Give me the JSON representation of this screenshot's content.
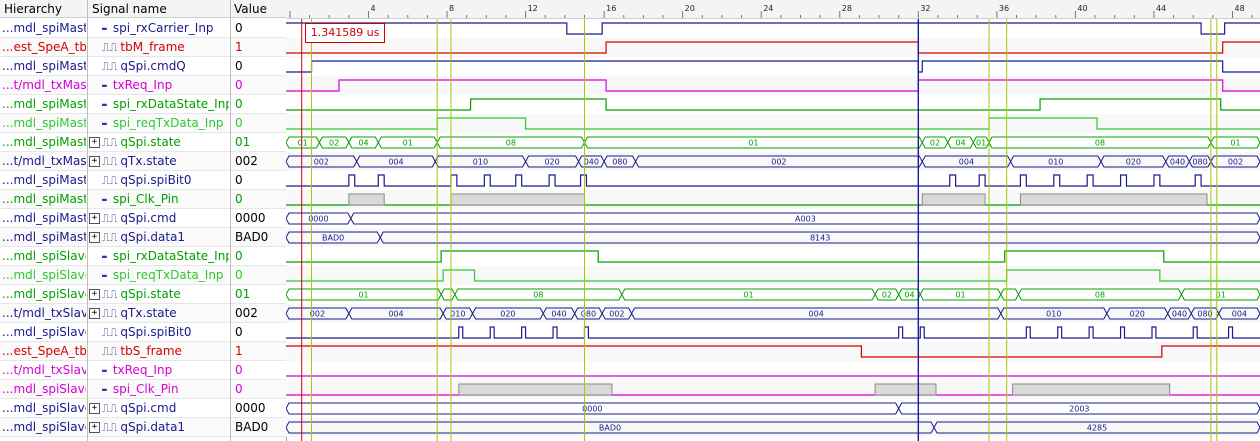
{
  "header": {
    "hierarchy": "Hierarchy",
    "signal_name": "Signal name",
    "value": "Value"
  },
  "cursor": {
    "label": "1.341589 us",
    "pos": 0.6
  },
  "ruler": {
    "ticks": [
      {
        "t": 4,
        "label": "4"
      },
      {
        "t": 8,
        "label": "8"
      },
      {
        "t": 12,
        "label": "12"
      },
      {
        "t": 16,
        "label": "16"
      },
      {
        "t": 20,
        "label": "20"
      },
      {
        "t": 24,
        "label": "24"
      },
      {
        "t": 28,
        "label": "28"
      },
      {
        "t": 32,
        "label": "32"
      },
      {
        "t": 36,
        "label": "36"
      },
      {
        "t": 40,
        "label": "40"
      },
      {
        "t": 44,
        "label": "44"
      },
      {
        "t": 48,
        "label": "48"
      }
    ]
  },
  "markers": [
    {
      "t": 0.6,
      "color": "#cc0000"
    },
    {
      "t": 1.1,
      "color": "#a8c800"
    },
    {
      "t": 7.5,
      "color": "#a8c800"
    },
    {
      "t": 8.2,
      "color": "#a8c800"
    },
    {
      "t": 15.0,
      "color": "#a8c800"
    },
    {
      "t": 32.0,
      "color": "#1a1a9a"
    },
    {
      "t": 35.6,
      "color": "#a8c800"
    },
    {
      "t": 36.5,
      "color": "#a8c800"
    },
    {
      "t": 46.9,
      "color": "#a8c800"
    },
    {
      "t": 47.2,
      "color": "#a8c800"
    }
  ],
  "colors": {
    "navy": "#1a1a8c",
    "red": "#d40000",
    "magenta": "#d400d4",
    "green": "#00a000",
    "lime": "#32c832",
    "teal": "#1a8a8a"
  },
  "signals": [
    {
      "hier": "...mdl_spiMastr",
      "name": "spi_rxCarrier_Inp",
      "value": "0",
      "hcolor": "#1a1a8c",
      "ncolor": "#1a1a8c",
      "vcolor": "#000",
      "icon": "pin",
      "type": "bit",
      "color": "#1a1a8c",
      "init": 1,
      "edges": [
        [
          14.1,
          0
        ],
        [
          15.9,
          1
        ],
        [
          46.4,
          0
        ],
        [
          47.6,
          1
        ]
      ]
    },
    {
      "hier": "...est_SpeA_tb",
      "name": "tbM_frame",
      "value": "1",
      "hcolor": "#d40000",
      "ncolor": "#d40000",
      "vcolor": "#d40000",
      "icon": "wave",
      "type": "bit",
      "color": "#d40000",
      "init": 0,
      "edges": [
        [
          16.1,
          1
        ],
        [
          32.0,
          0
        ],
        [
          47.5,
          1
        ]
      ]
    },
    {
      "hier": "...mdl_spiMastr",
      "name": "qSpi.cmdQ",
      "value": "0",
      "hcolor": "#1a1a8c",
      "ncolor": "#1a1a8c",
      "vcolor": "#000",
      "icon": "wave",
      "type": "bit",
      "color": "#1a1a8c",
      "init": 0,
      "edges": [
        [
          1.1,
          1
        ],
        [
          32.0,
          0
        ],
        [
          32.2,
          1
        ],
        [
          47.5,
          0
        ]
      ]
    },
    {
      "hier": "...t/mdl_txMastr",
      "name": "txReq_Inp",
      "value": "0",
      "hcolor": "#d400d4",
      "ncolor": "#d400d4",
      "vcolor": "#d400d4",
      "icon": "pin",
      "type": "bit",
      "color": "#d400d4",
      "init": 0,
      "edges": [
        [
          2.5,
          1
        ],
        [
          16.1,
          0
        ],
        [
          32.0,
          1
        ],
        [
          47.5,
          0
        ]
      ]
    },
    {
      "hier": "...mdl_spiMastr",
      "name": "spi_rxDataState_Inp",
      "value": "0",
      "hcolor": "#00a000",
      "ncolor": "#00a000",
      "vcolor": "#00a000",
      "icon": "pin",
      "type": "bit",
      "color": "#00a000",
      "init": 0,
      "edges": [
        [
          9.2,
          1
        ],
        [
          16.1,
          0
        ],
        [
          38.2,
          1
        ],
        [
          47.4,
          0
        ]
      ]
    },
    {
      "hier": "...mdl_spiMastr",
      "name": "spi_reqTxData_Inp",
      "value": "0",
      "hcolor": "#32c832",
      "ncolor": "#32c832",
      "vcolor": "#32c832",
      "icon": "pin",
      "type": "bit",
      "color": "#32c832",
      "init": 0,
      "edges": [
        [
          7.5,
          1
        ],
        [
          12.0,
          0
        ],
        [
          35.6,
          1
        ],
        [
          41.1,
          0
        ]
      ]
    },
    {
      "hier": "...mdl_spiMastr",
      "name": "qSpi.state",
      "value": "01",
      "hcolor": "#00a000",
      "ncolor": "#00a000",
      "vcolor": "#00a000",
      "icon": "busexp",
      "type": "bus",
      "color": "#00a000",
      "segs": [
        [
          -0.2,
          1.5,
          "01"
        ],
        [
          1.5,
          3.0,
          "02"
        ],
        [
          3.0,
          4.5,
          "04"
        ],
        [
          4.5,
          7.5,
          "01"
        ],
        [
          7.5,
          15.0,
          "08"
        ],
        [
          15.0,
          32.2,
          "01"
        ],
        [
          32.2,
          33.5,
          "02"
        ],
        [
          33.5,
          34.8,
          "04"
        ],
        [
          34.8,
          35.6,
          "01"
        ],
        [
          35.6,
          46.9,
          "08"
        ],
        [
          46.9,
          50.0,
          "01"
        ]
      ]
    },
    {
      "hier": "...t/mdl_txMastr",
      "name": "qTx.state",
      "value": "002",
      "hcolor": "#1a1a8c",
      "ncolor": "#1a1a8c",
      "vcolor": "#000",
      "icon": "busexp",
      "type": "bus",
      "color": "#1a1a8c",
      "segs": [
        [
          -0.2,
          3.4,
          "002"
        ],
        [
          3.4,
          7.4,
          "004"
        ],
        [
          7.4,
          12.0,
          "010"
        ],
        [
          12.0,
          14.7,
          "020"
        ],
        [
          14.7,
          16.0,
          "040"
        ],
        [
          16.0,
          17.6,
          "080"
        ],
        [
          17.6,
          32.2,
          "002"
        ],
        [
          32.2,
          36.7,
          "004"
        ],
        [
          36.7,
          41.3,
          "010"
        ],
        [
          41.3,
          44.6,
          "020"
        ],
        [
          44.6,
          45.8,
          "040"
        ],
        [
          45.8,
          46.9,
          "080"
        ],
        [
          46.9,
          50.0,
          "002"
        ]
      ]
    },
    {
      "hier": "...mdl_spiMastr",
      "name": "qSpi.spiBit0",
      "value": "0",
      "hcolor": "#1a1a8c",
      "ncolor": "#1a1a8c",
      "vcolor": "#000",
      "icon": "wave",
      "type": "bit",
      "color": "#1a1a8c",
      "init": 0,
      "edges": [
        [
          3.0,
          1
        ],
        [
          3.3,
          0
        ],
        [
          4.5,
          1
        ],
        [
          4.8,
          0
        ],
        [
          8.2,
          1
        ],
        [
          8.5,
          0
        ],
        [
          9.9,
          1
        ],
        [
          10.2,
          0
        ],
        [
          11.5,
          1
        ],
        [
          11.8,
          0
        ],
        [
          13.2,
          1
        ],
        [
          13.5,
          0
        ],
        [
          14.8,
          1
        ],
        [
          15.1,
          0
        ],
        [
          33.6,
          1
        ],
        [
          33.9,
          0
        ],
        [
          35.1,
          1
        ],
        [
          35.4,
          0
        ],
        [
          37.2,
          1
        ],
        [
          37.5,
          0
        ],
        [
          38.9,
          1
        ],
        [
          39.2,
          0
        ],
        [
          40.6,
          1
        ],
        [
          40.9,
          0
        ],
        [
          42.3,
          1
        ],
        [
          42.6,
          0
        ],
        [
          44.0,
          1
        ],
        [
          44.3,
          0
        ],
        [
          46.1,
          1
        ],
        [
          46.4,
          0
        ]
      ]
    },
    {
      "hier": "...mdl_spiMastr",
      "name": "spi_Clk_Pin",
      "value": "0",
      "hcolor": "#00a000",
      "ncolor": "#00a000",
      "vcolor": "#00a000",
      "icon": "pin",
      "type": "clk",
      "color": "#00a000",
      "init": 0,
      "bursts": [
        [
          3.0,
          4.8
        ],
        [
          8.2,
          15.0
        ],
        [
          32.2,
          35.4
        ],
        [
          37.2,
          46.7
        ]
      ]
    },
    {
      "hier": "...mdl_spiMastr",
      "name": "qSpi.cmd",
      "value": "0000",
      "hcolor": "#1a1a8c",
      "ncolor": "#1a1a8c",
      "vcolor": "#000",
      "icon": "busexp",
      "type": "bus",
      "color": "#1a1a8c",
      "segs": [
        [
          -0.2,
          3.1,
          "0000"
        ],
        [
          3.1,
          50.0,
          "A003"
        ]
      ]
    },
    {
      "hier": "...mdl_spiMastr",
      "name": "qSpi.data1",
      "value": "BAD0",
      "hcolor": "#1a1a8c",
      "ncolor": "#1a1a8c",
      "vcolor": "#000",
      "icon": "busexp",
      "type": "bus",
      "color": "#1a1a8c",
      "segs": [
        [
          -0.2,
          4.6,
          "BAD0"
        ],
        [
          4.6,
          50.0,
          "8143"
        ]
      ]
    },
    {
      "hier": "...mdl_spiSlave",
      "name": "spi_rxDataState_Inp",
      "value": "0",
      "hcolor": "#00a000",
      "ncolor": "#00a000",
      "vcolor": "#00a000",
      "icon": "pin",
      "type": "bit",
      "color": "#00a000",
      "init": 0,
      "edges": [
        [
          7.7,
          1
        ],
        [
          15.7,
          0
        ],
        [
          36.4,
          1
        ],
        [
          44.5,
          0
        ]
      ]
    },
    {
      "hier": "...mdl_spiSlave",
      "name": "spi_reqTxData_Inp",
      "value": "0",
      "hcolor": "#32c832",
      "ncolor": "#32c832",
      "vcolor": "#32c832",
      "icon": "pin",
      "type": "bit",
      "color": "#32c832",
      "init": 0,
      "edges": [
        [
          7.8,
          1
        ],
        [
          9.4,
          0
        ],
        [
          36.5,
          1
        ],
        [
          44.3,
          0
        ]
      ]
    },
    {
      "hier": "...mdl_spiSlave",
      "name": "qSpi.state",
      "value": "01",
      "hcolor": "#00a000",
      "ncolor": "#00a000",
      "vcolor": "#00a000",
      "icon": "busexp",
      "type": "bus",
      "color": "#00a000",
      "segs": [
        [
          -0.2,
          7.7,
          "01"
        ],
        [
          7.7,
          8.4,
          ""
        ],
        [
          8.4,
          16.9,
          "08"
        ],
        [
          16.9,
          29.8,
          "01"
        ],
        [
          29.8,
          31.0,
          "02"
        ],
        [
          31.0,
          32.1,
          "04"
        ],
        [
          32.1,
          36.2,
          "01"
        ],
        [
          36.2,
          37.1,
          ""
        ],
        [
          37.1,
          45.4,
          "08"
        ],
        [
          45.4,
          50.0,
          "01"
        ]
      ]
    },
    {
      "hier": "...t/mdl_txSlave",
      "name": "qTx.state",
      "value": "002",
      "hcolor": "#1a1a8c",
      "ncolor": "#1a1a8c",
      "vcolor": "#000",
      "icon": "busexp",
      "type": "bus",
      "color": "#1a1a8c",
      "segs": [
        [
          -0.2,
          3.0,
          "002"
        ],
        [
          3.0,
          7.8,
          "004"
        ],
        [
          7.8,
          9.3,
          "010"
        ],
        [
          9.3,
          12.9,
          "020"
        ],
        [
          12.9,
          14.5,
          "040"
        ],
        [
          14.5,
          15.9,
          "080"
        ],
        [
          15.9,
          17.4,
          "002"
        ],
        [
          17.4,
          36.2,
          "004"
        ],
        [
          36.2,
          41.6,
          "010"
        ],
        [
          41.6,
          44.7,
          "020"
        ],
        [
          44.7,
          45.9,
          "040"
        ],
        [
          45.9,
          47.3,
          "080"
        ],
        [
          47.3,
          50.0,
          "004"
        ]
      ]
    },
    {
      "hier": "...mdl_spiSlave",
      "name": "qSpi.spiBit0",
      "value": "0",
      "hcolor": "#1a1a8c",
      "ncolor": "#1a1a8c",
      "vcolor": "#000",
      "icon": "wave",
      "type": "bit",
      "color": "#1a1a8c",
      "init": 0,
      "edges": [
        [
          8.6,
          1
        ],
        [
          8.8,
          0
        ],
        [
          10.2,
          1
        ],
        [
          10.4,
          0
        ],
        [
          11.8,
          1
        ],
        [
          12.0,
          0
        ],
        [
          13.4,
          1
        ],
        [
          13.6,
          0
        ],
        [
          15.0,
          1
        ],
        [
          15.2,
          0
        ],
        [
          31.0,
          1
        ],
        [
          31.2,
          0
        ],
        [
          32.1,
          1
        ],
        [
          32.3,
          0
        ],
        [
          37.5,
          1
        ],
        [
          37.7,
          0
        ],
        [
          39.1,
          1
        ],
        [
          39.3,
          0
        ],
        [
          40.7,
          1
        ],
        [
          40.9,
          0
        ],
        [
          42.3,
          1
        ],
        [
          42.5,
          0
        ],
        [
          43.9,
          1
        ],
        [
          44.1,
          0
        ],
        [
          46.0,
          1
        ],
        [
          46.2,
          0
        ],
        [
          47.8,
          1
        ],
        [
          48.0,
          0
        ]
      ]
    },
    {
      "hier": "...est_SpeA_tb",
      "name": "tbS_frame",
      "value": "1",
      "hcolor": "#d40000",
      "ncolor": "#d40000",
      "vcolor": "#d40000",
      "icon": "wave",
      "type": "bit",
      "color": "#d40000",
      "init": 1,
      "edges": [
        [
          29.1,
          0
        ],
        [
          44.4,
          1
        ]
      ]
    },
    {
      "hier": "...t/mdl_txSlave",
      "name": "txReq_Inp",
      "value": "0",
      "hcolor": "#d400d4",
      "ncolor": "#d400d4",
      "vcolor": "#d400d4",
      "icon": "pin",
      "type": "bit",
      "color": "#d400d4",
      "init": 0,
      "edges": []
    },
    {
      "hier": "...mdl_spiSlave",
      "name": "spi_Clk_Pin",
      "value": "0",
      "hcolor": "#d400d4",
      "ncolor": "#d400d4",
      "vcolor": "#d400d4",
      "icon": "pin",
      "type": "clk",
      "color": "#d400d4",
      "init": 0,
      "bursts": [
        [
          8.6,
          16.4
        ],
        [
          29.8,
          32.9
        ],
        [
          36.8,
          44.8
        ]
      ]
    },
    {
      "hier": "...mdl_spiSlave",
      "name": "qSpi.cmd",
      "value": "0000",
      "hcolor": "#1a1a8c",
      "ncolor": "#1a1a8c",
      "vcolor": "#000",
      "icon": "busexp",
      "type": "bus",
      "color": "#1a1a8c",
      "segs": [
        [
          -0.2,
          31.0,
          "0000"
        ],
        [
          31.0,
          50.0,
          "2003"
        ]
      ]
    },
    {
      "hier": "...mdl_spiSlave",
      "name": "qSpi.data1",
      "value": "BAD0",
      "hcolor": "#1a1a8c",
      "ncolor": "#1a1a8c",
      "vcolor": "#000",
      "icon": "busexp",
      "type": "bus",
      "color": "#1a1a8c",
      "segs": [
        [
          -0.2,
          32.8,
          "BAD0"
        ],
        [
          32.8,
          50.0,
          "4285"
        ]
      ]
    }
  ]
}
